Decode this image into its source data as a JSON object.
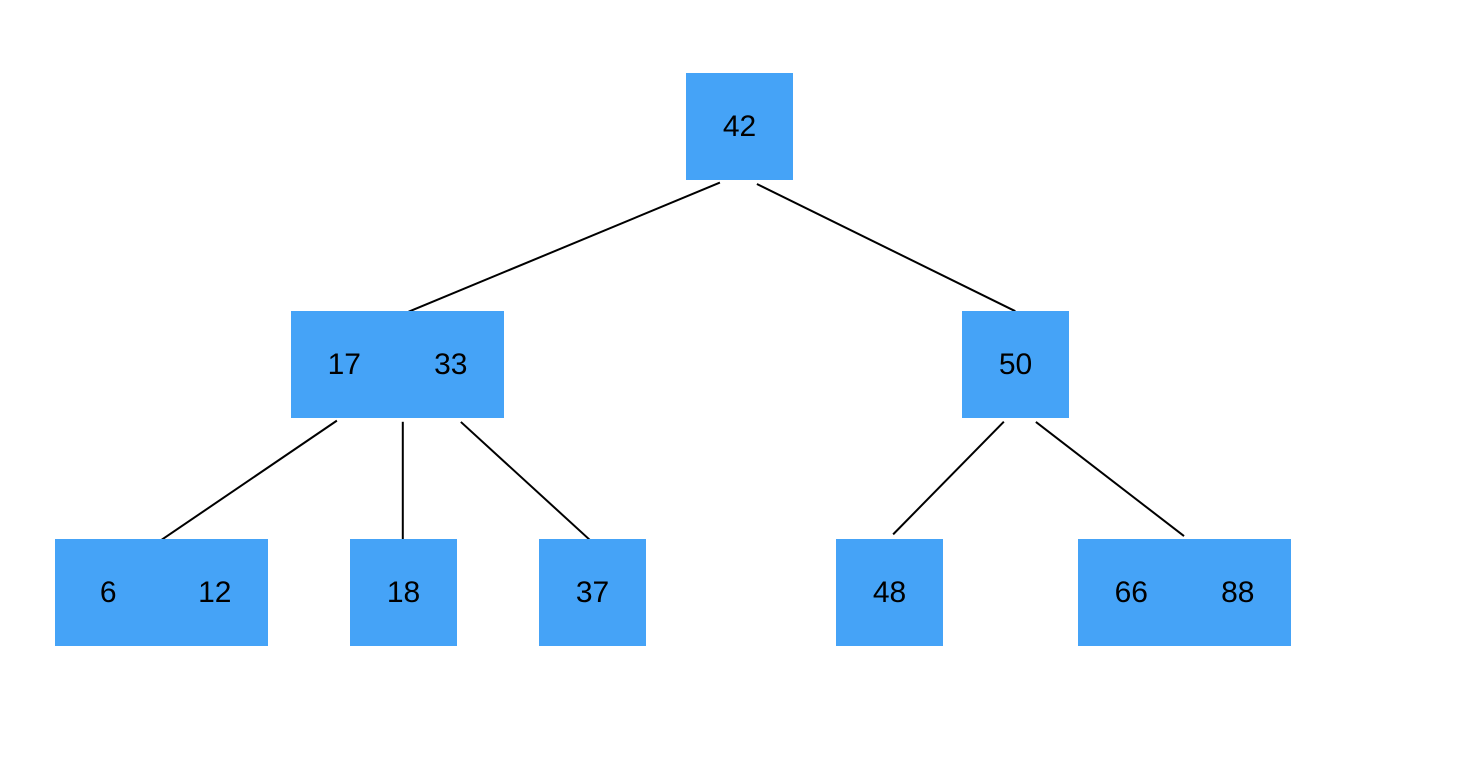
{
  "colors": {
    "node_fill": "#45A3F7",
    "edge": "#000000",
    "text": "#000000",
    "background": "#FFFFFF"
  },
  "tree": {
    "root": {
      "keys": [
        "42"
      ]
    },
    "level1": [
      {
        "keys": [
          "17",
          "33"
        ]
      },
      {
        "keys": [
          "50"
        ]
      }
    ],
    "level2": [
      {
        "keys": [
          "6",
          "12"
        ]
      },
      {
        "keys": [
          "18"
        ]
      },
      {
        "keys": [
          "37"
        ]
      },
      {
        "keys": [
          "48"
        ]
      },
      {
        "keys": [
          "66",
          "88"
        ]
      }
    ]
  }
}
